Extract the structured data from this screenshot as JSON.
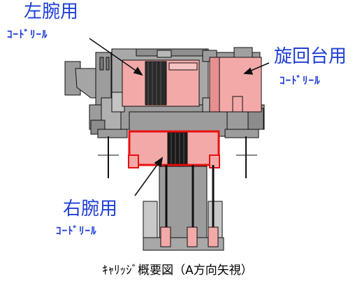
{
  "labels": {
    "left_arm": {
      "title": "左腕用",
      "subtitle": "ｺｰﾄﾞﾘｰﾙ"
    },
    "swivel_base": {
      "title": "旋回台用",
      "subtitle": "ｺｰﾄﾞﾘｰﾙ"
    },
    "right_arm": {
      "title": "右腕用",
      "subtitle": "ｺｰﾄﾞﾘｰﾙ"
    }
  },
  "caption": "ｷｬﾘｯｼﾞ概要図（A方向矢視）",
  "colors": {
    "label_text": "#1f3fd6",
    "machine_gray": "#9c9c9c",
    "machine_dark": "#7a7a7a",
    "reel_pink": "#f4a9a9",
    "reel_outline_red": "#e81010",
    "outline": "#111111",
    "cable": "#111111"
  }
}
